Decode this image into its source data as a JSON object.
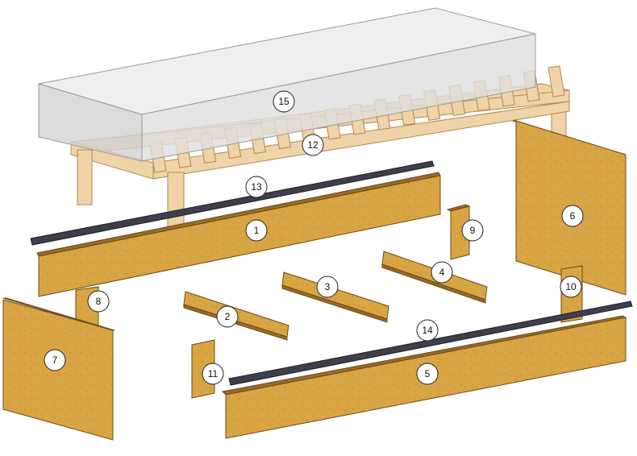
{
  "diagram": {
    "callouts": [
      "1",
      "2",
      "3",
      "4",
      "5",
      "6",
      "7",
      "8",
      "9",
      "10",
      "11",
      "12",
      "13",
      "14",
      "15"
    ]
  },
  "colors": {
    "board": "#d8a544",
    "board_edge": "#9a6a25",
    "frame_wood": "#f0d3a6",
    "mattress": "#e3e3e3",
    "rod": "#3e3f4c"
  }
}
